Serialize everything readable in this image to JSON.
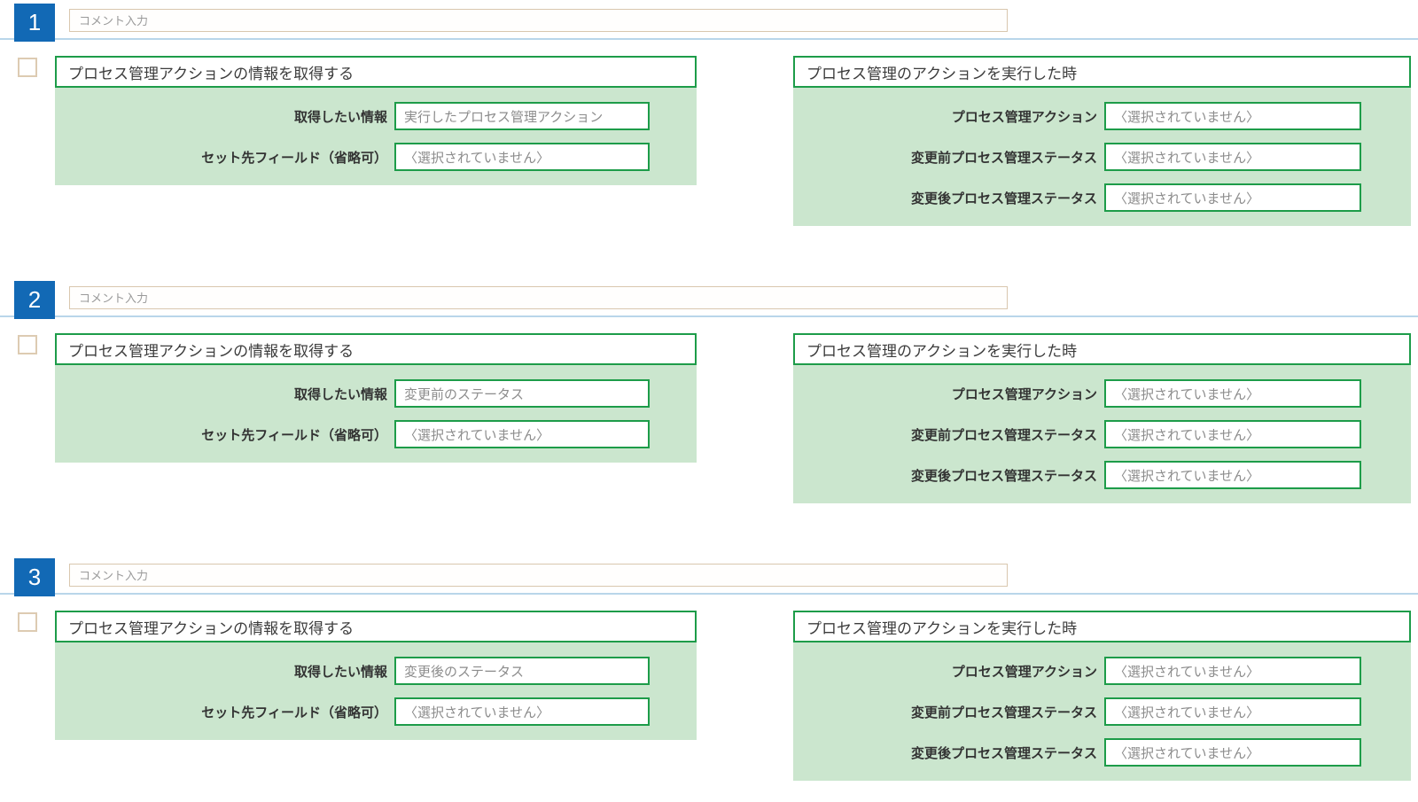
{
  "colors": {
    "badge_blue": "#1269b5",
    "separator_blue": "#b9d6ea",
    "comment_border_tan": "#d9c7ae",
    "checkbox_border_tan": "#ddcbb2",
    "card_border_green": "#1d9c49",
    "card_body_green": "#cbe6ce",
    "label_text": "#333333",
    "value_text": "#8c8c8c"
  },
  "comment_input": {
    "placeholder": "コメント入力",
    "value": ""
  },
  "left_panel": {
    "title": "プロセス管理アクションの情報を取得する",
    "labels": [
      "取得したい情報",
      "セット先フィールド（省略可）"
    ]
  },
  "right_panel": {
    "title": "プロセス管理のアクションを実行した時",
    "labels": [
      "プロセス管理アクション",
      "変更前プロセス管理ステータス",
      "変更後プロセス管理ステータス"
    ]
  },
  "sections": [
    {
      "number": "1",
      "left_values": [
        "実行したプロセス管理アクション",
        "〈選択されていません〉"
      ],
      "right_values": [
        "〈選択されていません〉",
        "〈選択されていません〉",
        "〈選択されていません〉"
      ]
    },
    {
      "number": "2",
      "left_values": [
        "変更前のステータス",
        "〈選択されていません〉"
      ],
      "right_values": [
        "〈選択されていません〉",
        "〈選択されていません〉",
        "〈選択されていません〉"
      ]
    },
    {
      "number": "3",
      "left_values": [
        "変更後のステータス",
        "〈選択されていません〉"
      ],
      "right_values": [
        "〈選択されていません〉",
        "〈選択されていません〉",
        "〈選択されていません〉"
      ]
    }
  ]
}
